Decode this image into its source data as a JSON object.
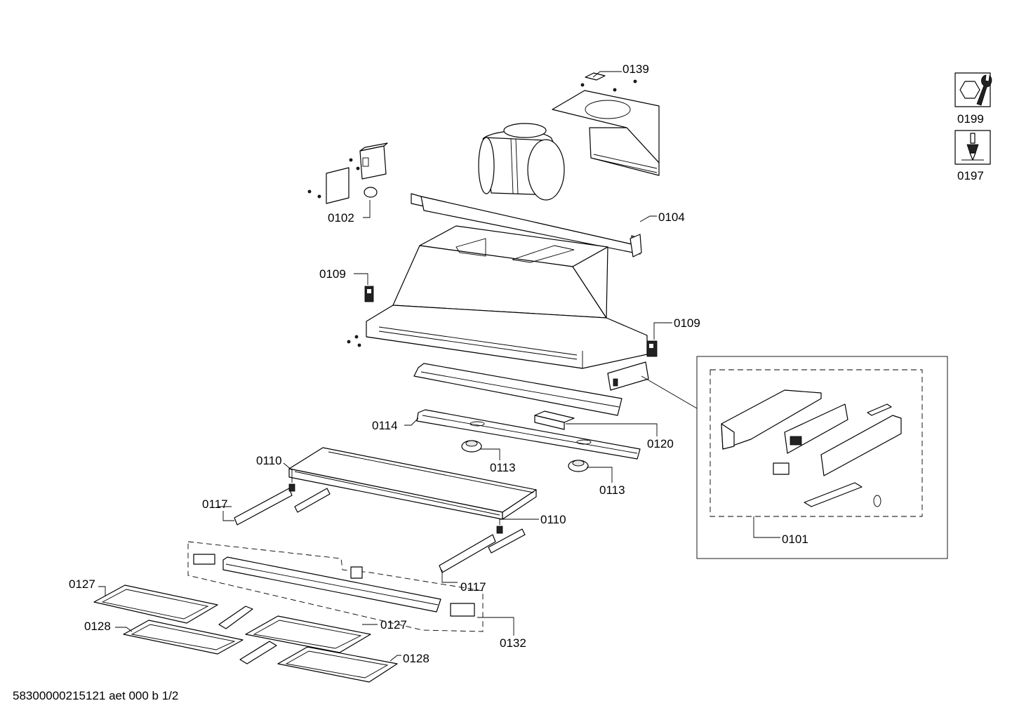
{
  "labels": {
    "p0139": "0139",
    "p0102": "0102",
    "p0104": "0104",
    "p0109a": "0109",
    "p0109b": "0109",
    "p0114": "0114",
    "p0120": "0120",
    "p0113a": "0113",
    "p0113b": "0113",
    "p0110a": "0110",
    "p0110b": "0110",
    "p0117a": "0117",
    "p0117b": "0117",
    "p0101": "0101",
    "p0127a": "0127",
    "p0127b": "0127",
    "p0128a": "0128",
    "p0128b": "0128",
    "p0132": "0132"
  },
  "tools": {
    "wrench": "0199",
    "screwdriver": "0197"
  },
  "footer": "58300000215121 aet 000 b 1/2"
}
